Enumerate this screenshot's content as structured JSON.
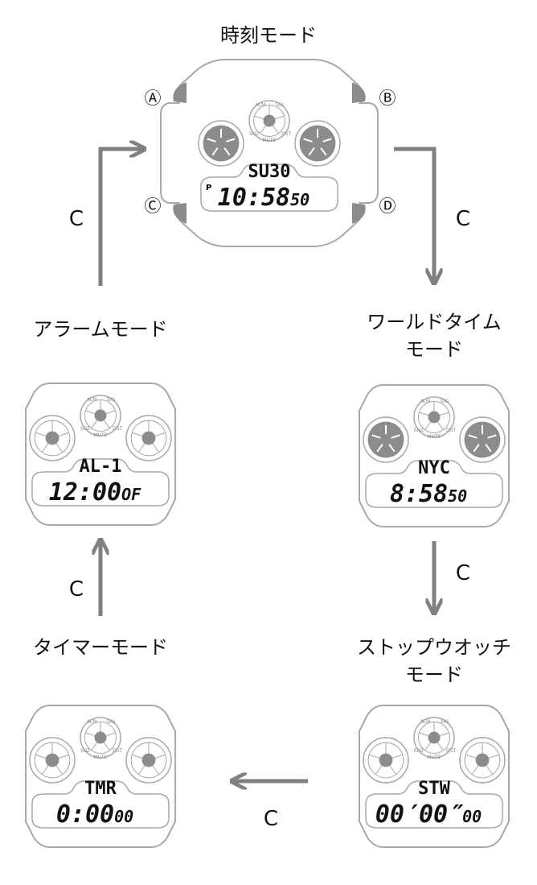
{
  "colors": {
    "arrow": "#808080",
    "outline": "#a8a8a8",
    "accent": "#8c8c8c"
  },
  "buttons": {
    "a": "Ⓐ",
    "b": "Ⓑ",
    "c": "Ⓒ",
    "d": "Ⓓ"
  },
  "subdial_labels": {
    "alm": "ALM",
    "sig": "SIG",
    "snz": "SNZ",
    "dst": "DST",
    "mute": "MUTE"
  },
  "modes": {
    "timekeeping": {
      "title": "時刻モード",
      "line1": "SU30",
      "pm": "P",
      "main": "10:58",
      "sec": "50"
    },
    "world_time": {
      "title_1": "ワールドタイム",
      "title_2": "モード",
      "line1": "NYC",
      "main": "8:58",
      "sec": "50"
    },
    "stopwatch": {
      "title_1": "ストップウオッチ",
      "title_2": "モード",
      "line1": "STW",
      "main": "00′00″",
      "sec": "00"
    },
    "timer": {
      "title": "タイマーモード",
      "line1": "TMR",
      "main": "0:00",
      "sec": "00"
    },
    "alarm": {
      "title": "アラームモード",
      "line1": "AL-1",
      "main": "12:00",
      "sec": "OF"
    }
  },
  "arrows": {
    "button_label": "C"
  }
}
